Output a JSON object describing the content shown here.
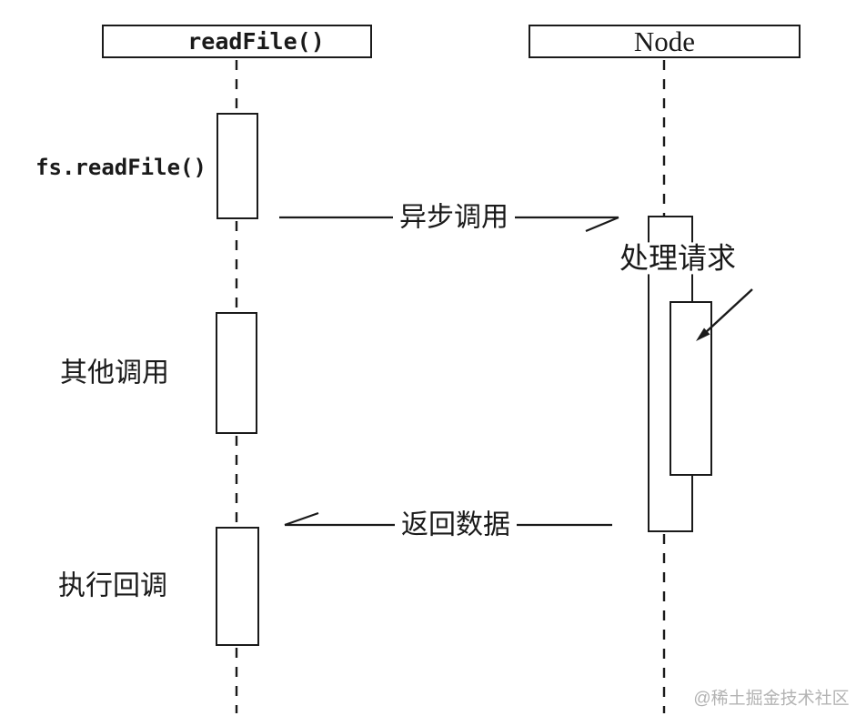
{
  "diagram": {
    "type": "uml-sequence-diagram",
    "lifelines": {
      "left_header": "readFile()",
      "right_header": "Node"
    },
    "labels": {
      "fs_readfile": "fs.readFile()",
      "other_calls": "其他调用",
      "exec_callback": "执行回调",
      "handle_request": "处理请求"
    },
    "messages": {
      "async_call": "异步调用",
      "return_data": "返回数据"
    },
    "watermark": "@稀土掘金技术社区",
    "colors": {
      "ink": "#1a1a1a",
      "background": "#ffffff",
      "watermark_gray": "#b3b3b3"
    }
  }
}
